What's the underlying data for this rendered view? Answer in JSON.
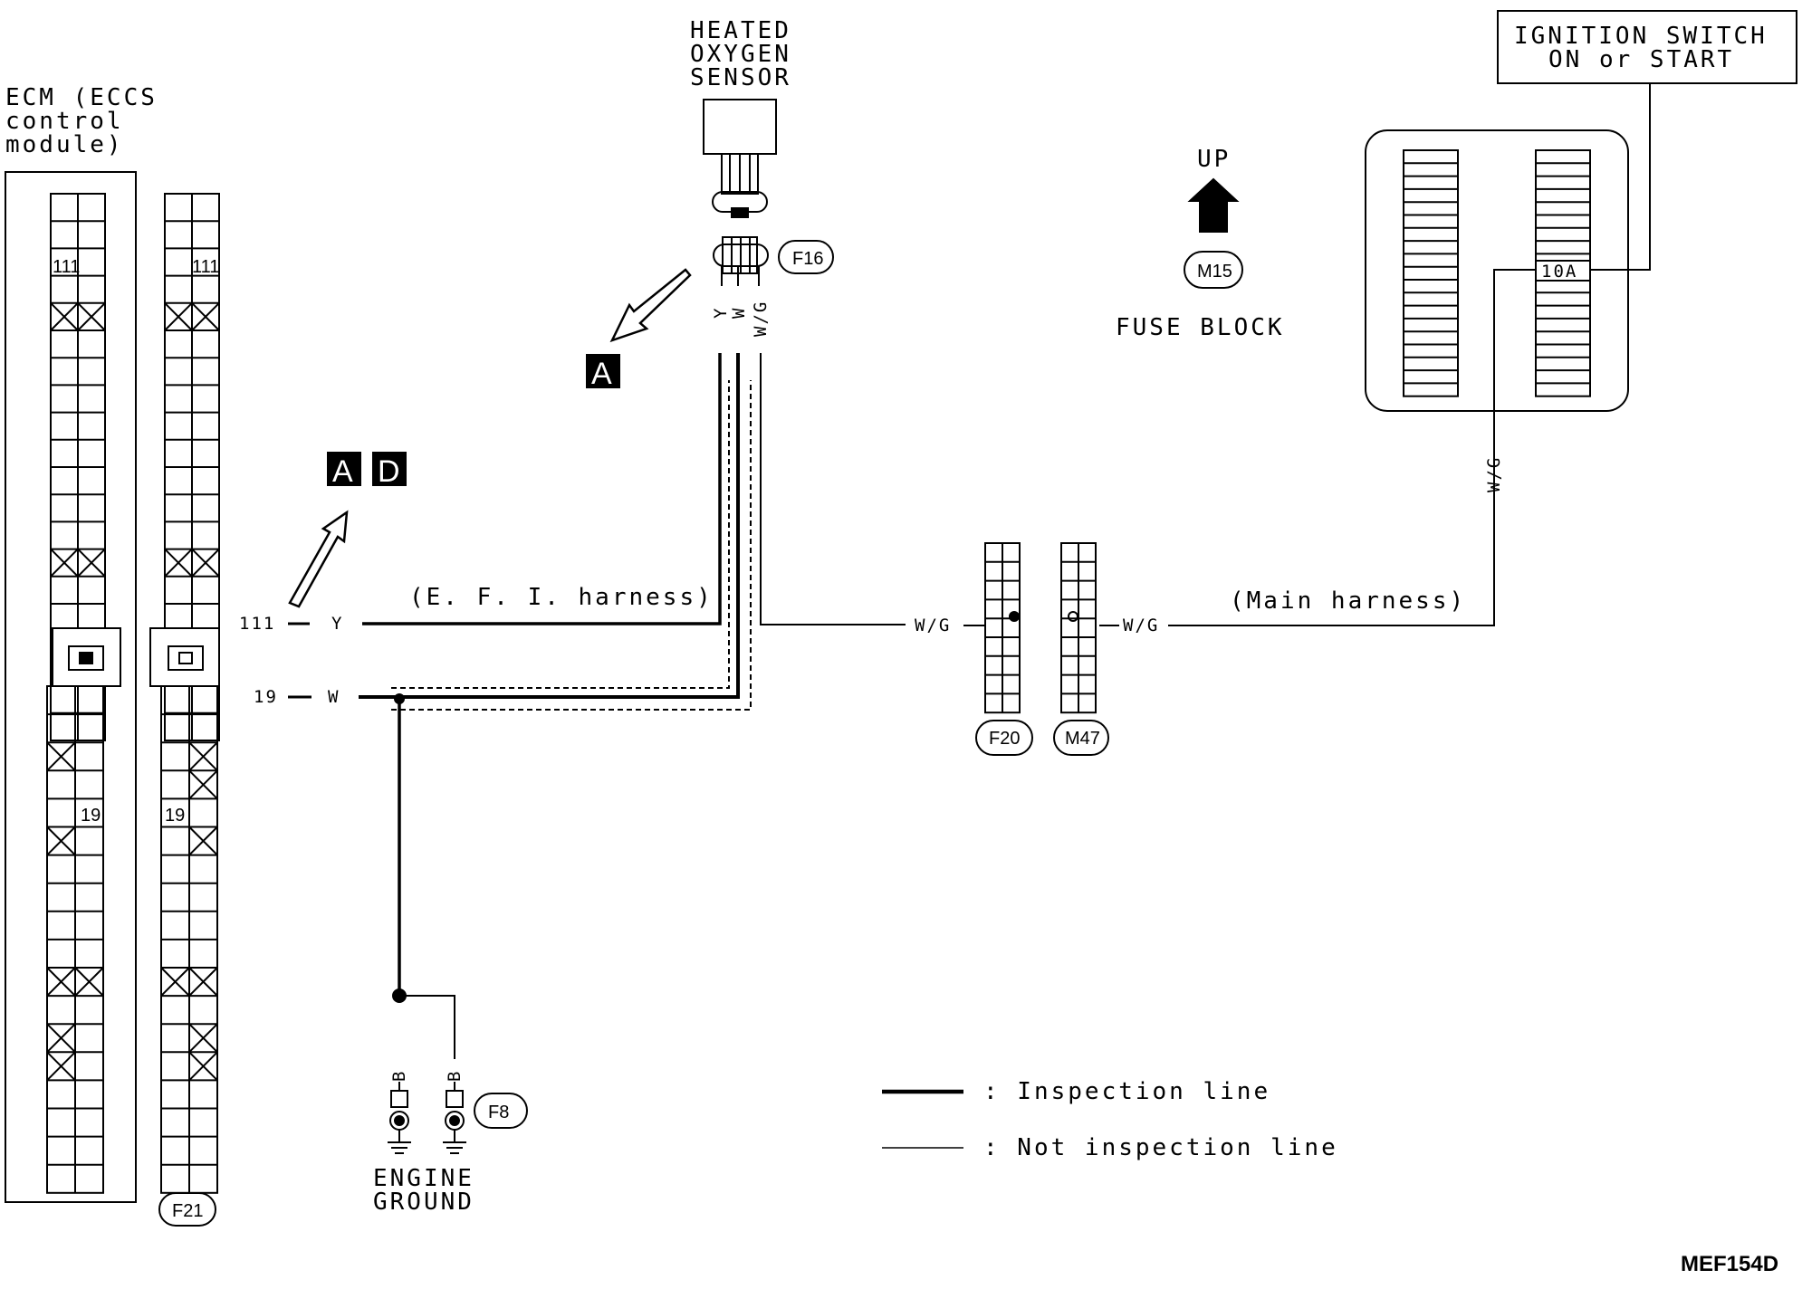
{
  "components": {
    "ecm_label": [
      "ECM (ECCS",
      "control",
      "module)"
    ],
    "heated_oxygen_sensor": [
      "HEATED",
      "OXYGEN",
      "SENSOR"
    ],
    "ignition_switch": [
      "IGNITION SWITCH",
      "ON or START"
    ],
    "fuse_block_label": "FUSE BLOCK",
    "fuse_rating": "10A",
    "up_label": "UP",
    "engine_ground": [
      "ENGINE",
      "GROUND"
    ]
  },
  "connectors": {
    "f16": "F16",
    "f21": "F21",
    "f20": "F20",
    "m47": "M47",
    "m15": "M15",
    "f8": "F8"
  },
  "pins": {
    "ecm_pin_111_cell": "111",
    "ecm_pin_19_cell": "19",
    "terminal_111": "111",
    "terminal_19": "19"
  },
  "wires": {
    "y": "Y",
    "w": "W",
    "wg": "W/G",
    "b": "B"
  },
  "harness": {
    "efi": "(E. F. I.  harness)",
    "main": "(Main harness)"
  },
  "markers": {
    "a": "A",
    "d": "D"
  },
  "legend": {
    "inspection": ": Inspection line",
    "not_inspection": ": Not inspection line"
  },
  "figure_code": "MEF154D",
  "colors": {
    "ink": "#000000",
    "background": "#ffffff"
  }
}
